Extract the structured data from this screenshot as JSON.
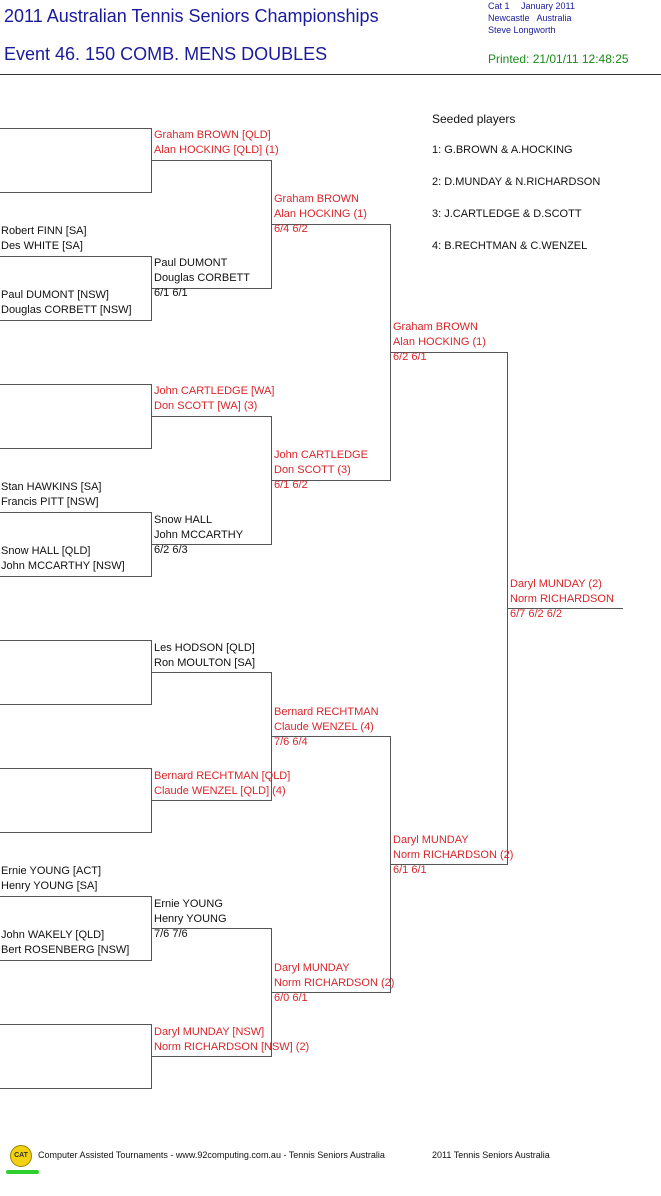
{
  "header": {
    "title": "2011 Australian Tennis Seniors Championships",
    "event": "Event 46. 150 COMB. MENS DOUBLES",
    "cat": "Cat 1",
    "date": "January 2011",
    "location": "Newcastle   Australia",
    "referee": "Steve Longworth",
    "printed": "Printed: 21/01/11 12:48:25"
  },
  "seeds": {
    "title": "Seeded players",
    "items": [
      "1: G.BROWN & A.HOCKING",
      "2: D.MUNDAY & N.RICHARDSON",
      "3: J.CARTLEDGE & D.SCOTT",
      "4: B.RECHTMAN & C.WENZEL"
    ]
  },
  "round1": [
    {
      "p1": "",
      "p2": ""
    },
    {
      "p1": "Robert FINN [SA]",
      "p2": "Des WHITE [SA]"
    },
    {
      "p1": "Paul DUMONT [NSW]",
      "p2": "Douglas CORBETT [NSW]"
    },
    {
      "p1": "",
      "p2": ""
    },
    {
      "p1": "Stan HAWKINS [SA]",
      "p2": "Francis PITT [NSW]"
    },
    {
      "p1": "Snow HALL [QLD]",
      "p2": "John MCCARTHY [NSW]"
    },
    {
      "p1": "",
      "p2": ""
    },
    {
      "p1": "",
      "p2": ""
    },
    {
      "p1": "Ernie YOUNG [ACT]",
      "p2": "Henry YOUNG [SA]"
    },
    {
      "p1": "John WAKELY [QLD]",
      "p2": "Bert ROSENBERG [NSW]"
    },
    {
      "p1": "",
      "p2": ""
    }
  ],
  "round2": [
    {
      "p1": "Graham BROWN [QLD]",
      "p2": "Alan HOCKING [QLD] (1)",
      "score": ""
    },
    {
      "p1": "Paul DUMONT",
      "p2": "Douglas CORBETT",
      "score": "6/1 6/1"
    },
    {
      "p1": "John CARTLEDGE [WA]",
      "p2": "Don SCOTT [WA] (3)",
      "score": ""
    },
    {
      "p1": "Snow HALL",
      "p2": "John MCCARTHY",
      "score": "6/2 6/3"
    },
    {
      "p1": "Les HODSON [QLD]",
      "p2": "Ron MOULTON [SA]",
      "score": ""
    },
    {
      "p1": "Bernard RECHTMAN [QLD]",
      "p2": "Claude WENZEL [QLD] (4)",
      "score": ""
    },
    {
      "p1": "Ernie YOUNG",
      "p2": "Henry YOUNG",
      "score": "7/6 7/6"
    },
    {
      "p1": "Daryl MUNDAY [NSW]",
      "p2": "Norm RICHARDSON [NSW] (2)",
      "score": ""
    }
  ],
  "quarterfinals": [
    {
      "p1": "Graham BROWN",
      "p2": "Alan HOCKING (1)",
      "score": "6/4 6/2"
    },
    {
      "p1": "John CARTLEDGE",
      "p2": "Don SCOTT (3)",
      "score": "6/1 6/2"
    },
    {
      "p1": "Bernard RECHTMAN",
      "p2": "Claude WENZEL (4)",
      "score": "7/6 6/4"
    },
    {
      "p1": "Daryl MUNDAY",
      "p2": "Norm RICHARDSON (2)",
      "score": "6/0 6/1"
    }
  ],
  "semifinals": [
    {
      "p1": "Graham BROWN",
      "p2": "Alan HOCKING (1)",
      "score": "6/2 6/1"
    },
    {
      "p1": "Daryl MUNDAY",
      "p2": "Norm RICHARDSON (2)",
      "score": "6/1 6/1"
    }
  ],
  "final": {
    "p1": "Daryl MUNDAY (2)",
    "p2": "Norm RICHARDSON",
    "score": "6/7 6/2 6/2"
  },
  "footer": {
    "logo": "CAT",
    "left": "Computer Assisted Tournaments - www.92computing.com.au -  Tennis Seniors Australia",
    "right": "2011 Tennis Seniors Australia"
  },
  "colors": {
    "title": "#1a1a9c",
    "winner": "#d8262b",
    "printed": "#1a8a1a",
    "logo": "#f2d012"
  }
}
